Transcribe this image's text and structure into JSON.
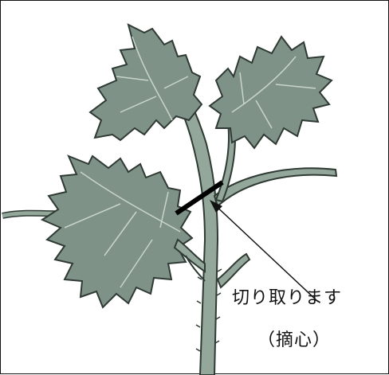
{
  "labels": {
    "cut": "切り取ります",
    "pinching": "（摘心）"
  },
  "colors": {
    "leaf_fill": "#7f9287",
    "leaf_stroke": "#2e3a33",
    "stem_fill": "#94a79b",
    "cut_mark": "#000000",
    "background": "#ffffff"
  },
  "illustration": {
    "subject": "plant-stem-with-leaves",
    "cut_mark": "thick-black-line",
    "pointer": "arrow"
  }
}
